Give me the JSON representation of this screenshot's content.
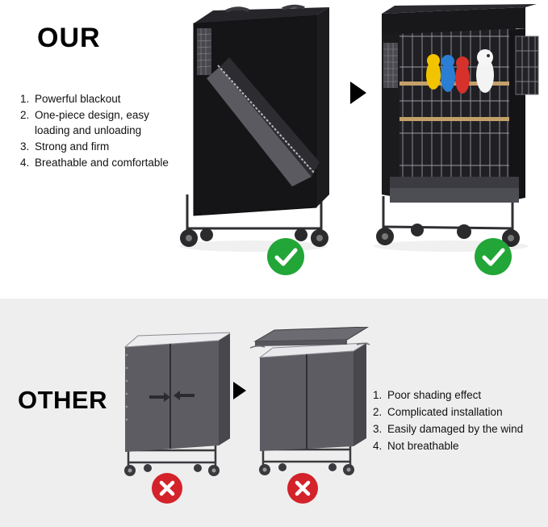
{
  "sections": {
    "our": {
      "title": "OUR",
      "features": [
        {
          "num": "1.",
          "text": "Powerful blackout"
        },
        {
          "num": "2.",
          "text": "One-piece design, easy loading and unloading"
        },
        {
          "num": "3.",
          "text": "Strong and firm"
        },
        {
          "num": "4.",
          "text": "Breathable and comfortable"
        }
      ],
      "badges": [
        {
          "icon": "check-mark-icon",
          "color": "#22a637"
        },
        {
          "icon": "check-mark-icon",
          "color": "#22a637"
        }
      ],
      "arrow": {
        "icon": "arrow-right-icon",
        "color": "#000000"
      },
      "images": [
        {
          "name": "covered-bird-cage-with-blackout-cover",
          "alt": "Black bird cage fully covered with a one-piece blackout cover, cover partly peeled back"
        },
        {
          "name": "bird-cage-with-open-front-cover",
          "alt": "Bird cage with cover and open front showing parrots inside"
        }
      ]
    },
    "other": {
      "title": "OTHER",
      "drawbacks": [
        {
          "num": "1.",
          "text": "Poor shading effect"
        },
        {
          "num": "2.",
          "text": "Complicated installation"
        },
        {
          "num": "3.",
          "text": "Easily damaged by the wind"
        },
        {
          "num": "4.",
          "text": "Not breathable"
        }
      ],
      "badges": [
        {
          "icon": "cross-mark-icon",
          "color": "#d3222a"
        },
        {
          "icon": "cross-mark-icon",
          "color": "#d3222a"
        }
      ],
      "arrow": {
        "icon": "arrow-right-icon",
        "color": "#000000"
      },
      "images": [
        {
          "name": "other-cover-multi-piece-illustration",
          "alt": "Grey multi-piece cage cover with side arrows showing gaps"
        },
        {
          "name": "other-cover-blown-off-illustration",
          "alt": "Grey cage cover lifted by wind off the top of the cage"
        }
      ]
    }
  },
  "colors": {
    "background_top": "#ffffff",
    "background_bottom": "#eeeeee",
    "check_green": "#22a637",
    "cross_red": "#d3222a",
    "text": "#111111",
    "cage_dark": "#2b2b2b",
    "cover_grey": "#6e6e72"
  }
}
